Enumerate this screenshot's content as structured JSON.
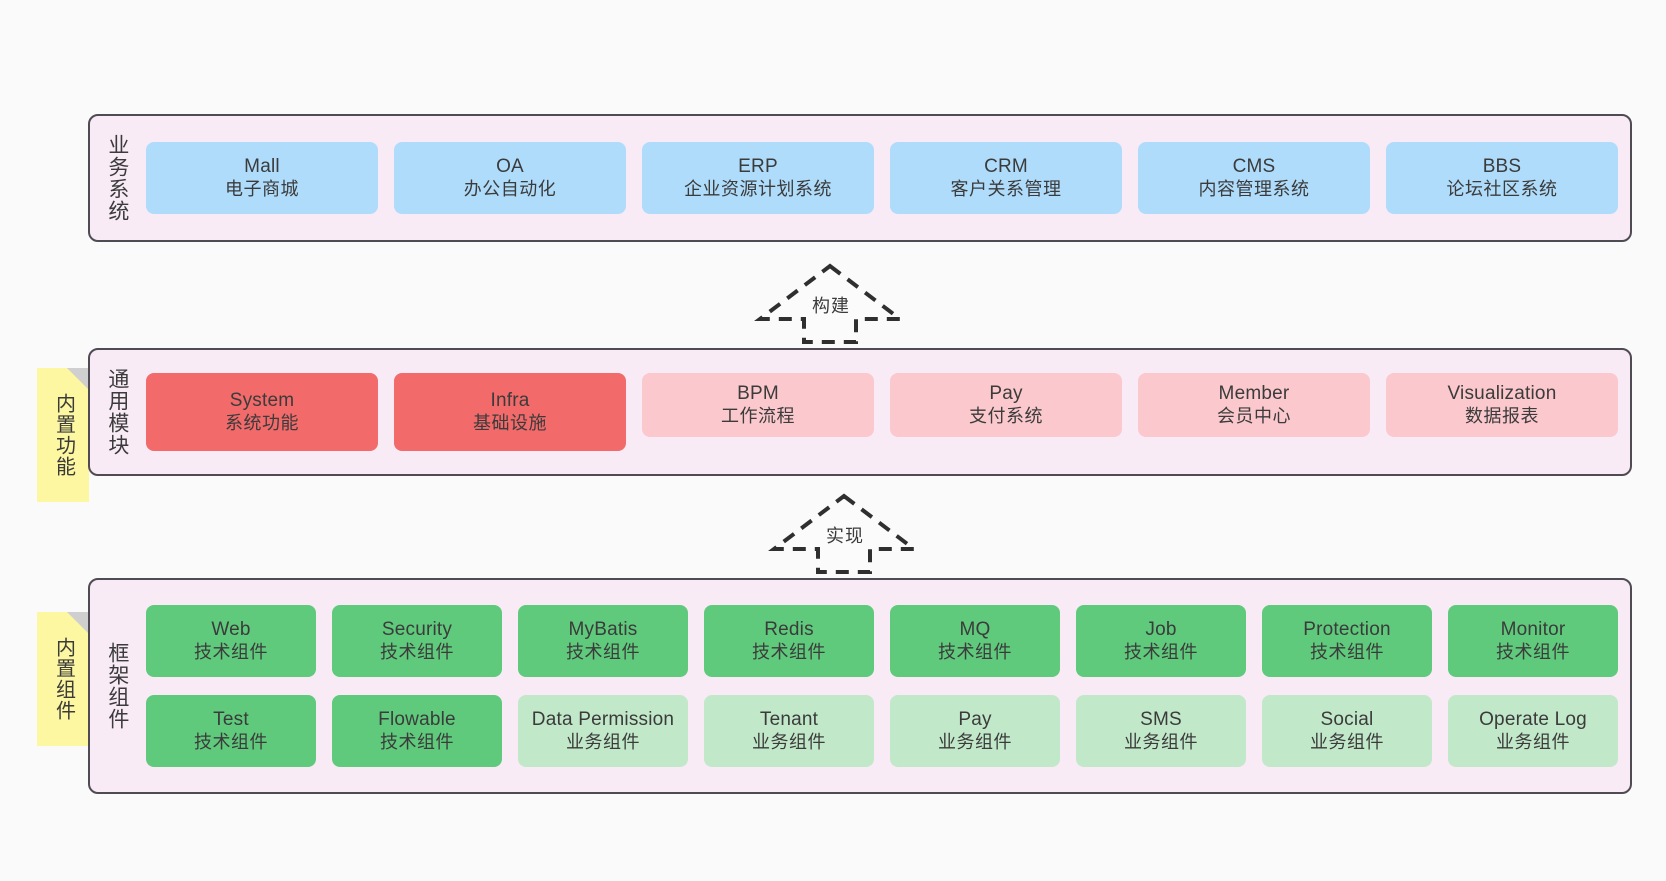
{
  "diagram": {
    "background_color": "#FAFAFA",
    "layer_background": "#F8EBF6",
    "layer_border": "#4F4B53",
    "note_color": "#FCF7A0"
  },
  "layers": [
    {
      "id": "business-systems",
      "title": "业务系统",
      "rows": [
        {
          "cards": [
            {
              "en": "Mall",
              "cn": "电子商城",
              "color": "#AFDCFB",
              "variant": "c-blue"
            },
            {
              "en": "OA",
              "cn": "办公自动化",
              "color": "#AFDCFB",
              "variant": "c-blue"
            },
            {
              "en": "ERP",
              "cn": "企业资源计划系统",
              "color": "#AFDCFB",
              "variant": "c-blue"
            },
            {
              "en": "CRM",
              "cn": "客户关系管理",
              "color": "#AFDCFB",
              "variant": "c-blue"
            },
            {
              "en": "CMS",
              "cn": "内容管理系统",
              "color": "#AFDCFB",
              "variant": "c-blue"
            },
            {
              "en": "BBS",
              "cn": "论坛社区系统",
              "color": "#AFDCFB",
              "variant": "c-blue"
            }
          ]
        }
      ]
    },
    {
      "id": "common-modules",
      "title": "通用模块",
      "note": "内置功能",
      "rows": [
        {
          "cards": [
            {
              "en": "System",
              "cn": "系统功能",
              "color": "#F26A6A",
              "variant": "c-red"
            },
            {
              "en": "Infra",
              "cn": "基础设施",
              "color": "#F26A6A",
              "variant": "c-red"
            },
            {
              "en": "BPM",
              "cn": "工作流程",
              "color": "#FBC8CD",
              "variant": "c-pink"
            },
            {
              "en": "Pay",
              "cn": "支付系统",
              "color": "#FBC8CD",
              "variant": "c-pink"
            },
            {
              "en": "Member",
              "cn": "会员中心",
              "color": "#FBC8CD",
              "variant": "c-pink"
            },
            {
              "en": "Visualization",
              "cn": "数据报表",
              "color": "#FBC8CD",
              "variant": "c-pink"
            }
          ]
        }
      ]
    },
    {
      "id": "framework-components",
      "title": "框架组件",
      "note": "内置组件",
      "rows": [
        {
          "cards": [
            {
              "en": "Web",
              "cn": "技术组件",
              "color": "#5FCA7C",
              "variant": "c-green"
            },
            {
              "en": "Security",
              "cn": "技术组件",
              "color": "#5FCA7C",
              "variant": "c-green"
            },
            {
              "en": "MyBatis",
              "cn": "技术组件",
              "color": "#5FCA7C",
              "variant": "c-green"
            },
            {
              "en": "Redis",
              "cn": "技术组件",
              "color": "#5FCA7C",
              "variant": "c-green"
            },
            {
              "en": "MQ",
              "cn": "技术组件",
              "color": "#5FCA7C",
              "variant": "c-green"
            },
            {
              "en": "Job",
              "cn": "技术组件",
              "color": "#5FCA7C",
              "variant": "c-green"
            },
            {
              "en": "Protection",
              "cn": "技术组件",
              "color": "#5FCA7C",
              "variant": "c-green"
            },
            {
              "en": "Monitor",
              "cn": "技术组件",
              "color": "#5FCA7C",
              "variant": "c-green"
            }
          ]
        },
        {
          "cards": [
            {
              "en": "Test",
              "cn": "技术组件",
              "color": "#5FCA7C",
              "variant": "c-green"
            },
            {
              "en": "Flowable",
              "cn": "技术组件",
              "color": "#5FCA7C",
              "variant": "c-green"
            },
            {
              "en": "Data Permission",
              "cn": "业务组件",
              "color": "#C2E8CA",
              "variant": "c-lightgreen"
            },
            {
              "en": "Tenant",
              "cn": "业务组件",
              "color": "#C2E8CA",
              "variant": "c-lightgreen"
            },
            {
              "en": "Pay",
              "cn": "业务组件",
              "color": "#C2E8CA",
              "variant": "c-lightgreen"
            },
            {
              "en": "SMS",
              "cn": "业务组件",
              "color": "#C2E8CA",
              "variant": "c-lightgreen"
            },
            {
              "en": "Social",
              "cn": "业务组件",
              "color": "#C2E8CA",
              "variant": "c-lightgreen"
            },
            {
              "en": "Operate Log",
              "cn": "业务组件",
              "color": "#C2E8CA",
              "variant": "c-lightgreen"
            }
          ]
        }
      ]
    }
  ],
  "connectors": [
    {
      "id": "build",
      "label": "构建"
    },
    {
      "id": "implement",
      "label": "实现"
    }
  ]
}
